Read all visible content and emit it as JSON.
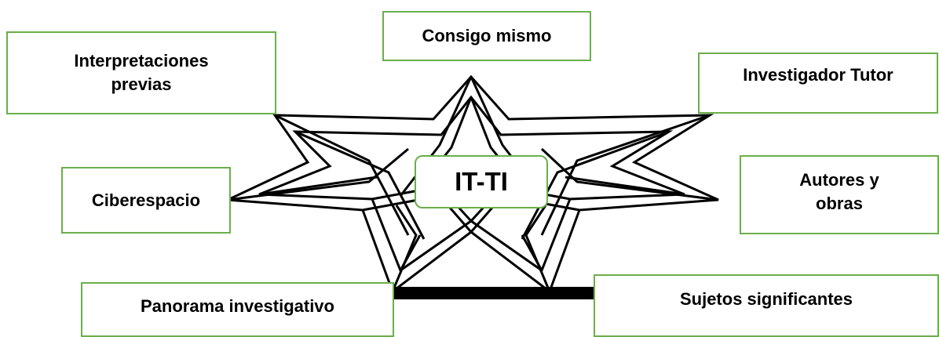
{
  "diagram": {
    "center_label": "IT-TI",
    "nodes": {
      "interpretaciones": [
        "Interpretaciones",
        "previas"
      ],
      "consigo": "Consigo mismo",
      "investigador": "Investigador Tutor",
      "ciberespacio": "Ciberespacio",
      "autores": [
        "Autores y",
        "obras"
      ],
      "panorama": "Panorama investigativo",
      "sujetos": "Sujetos significantes"
    },
    "colors": {
      "box_border": "#6aaf4a",
      "star_stroke": "#000000",
      "connector": "#000000"
    },
    "decoration": "interlaced-seven-point-star-knot"
  }
}
